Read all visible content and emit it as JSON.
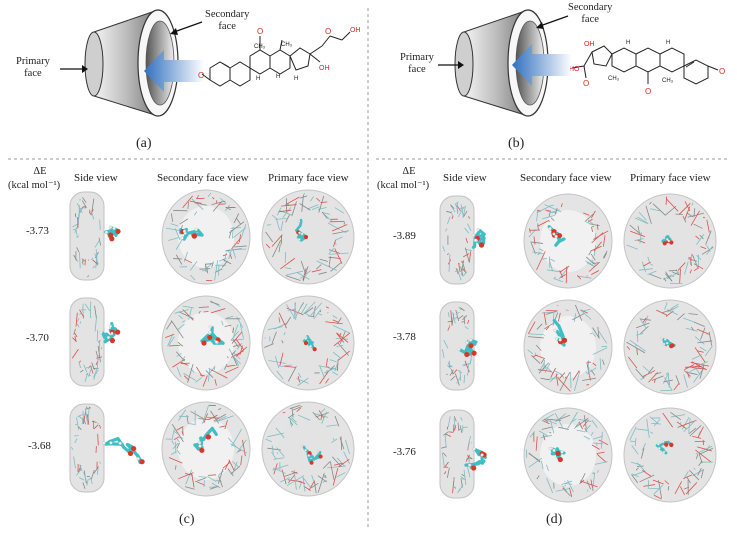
{
  "top": {
    "a": {
      "primary_face": [
        "Primary",
        "face"
      ],
      "secondary_face": [
        "Secondary",
        "face"
      ],
      "label": "(a)",
      "steroid_labels": [
        "O",
        "O",
        "OH",
        "O",
        "OH",
        "CH₃",
        "CH₃",
        "H",
        "H",
        "H"
      ]
    },
    "b": {
      "primary_face": [
        "Primary",
        "face"
      ],
      "secondary_face": [
        "Secondary",
        "face"
      ],
      "label": "(b)",
      "steroid_labels": [
        "OH",
        "HO",
        "O",
        "CH₃",
        "CH₃",
        "H",
        "H",
        "O",
        "O"
      ]
    }
  },
  "bottom": {
    "c": {
      "delta_e": "ΔE",
      "unit": "(kcal mol⁻¹)",
      "headers": [
        "Side view",
        "Secondary face view",
        "Primary face view"
      ],
      "energies": [
        "-3.73",
        "-3.70",
        "-3.68"
      ],
      "label": "(c)"
    },
    "d": {
      "delta_e": "ΔE",
      "unit": "(kcal mol⁻¹)",
      "headers": [
        "Side view",
        "Secondary face view",
        "Primary face view"
      ],
      "energies": [
        "-3.89",
        "-3.78",
        "-3.76"
      ],
      "label": "(d)"
    }
  },
  "colors": {
    "carbon": "#3fbfc4",
    "oxygen": "#d9372a",
    "hydrogen": "#f2f2f2",
    "surface": "#d9d9d9",
    "arrow": "#3a86d0",
    "divider": "#9a9a9a"
  }
}
